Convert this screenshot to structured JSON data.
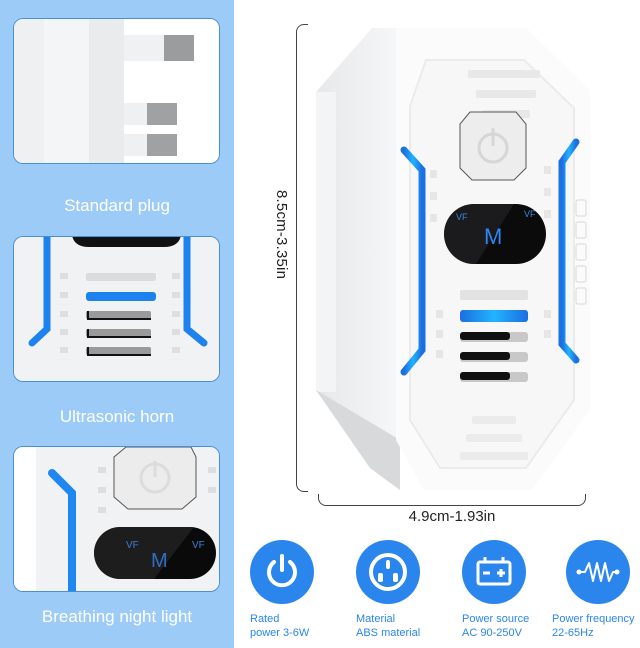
{
  "left_panel": {
    "items": [
      {
        "caption": "Standard plug"
      },
      {
        "caption": "Ultrasonic horn"
      },
      {
        "caption": "Breathing night light"
      }
    ]
  },
  "product": {
    "display": {
      "left_badge": "VF",
      "right_badge": "VF",
      "logo": "M"
    },
    "height_dimension": "8.5cm-3.35in",
    "width_dimension": "4.9cm-1.93in"
  },
  "features": [
    {
      "icon": "power-icon",
      "line1": "Rated",
      "line2": "power 3-6W"
    },
    {
      "icon": "socket-icon",
      "line1": "Material",
      "line2": "ABS material"
    },
    {
      "icon": "battery-icon",
      "line1": "Power source",
      "line2": "AC 90-250V"
    },
    {
      "icon": "frequency-wave-icon",
      "line1": "Power frequency",
      "line2": "22-65Hz"
    }
  ],
  "colors": {
    "panel_bg": "#9ccbf8",
    "accent_blue": "#2a86ec",
    "led_blue": "#1e88f0"
  }
}
